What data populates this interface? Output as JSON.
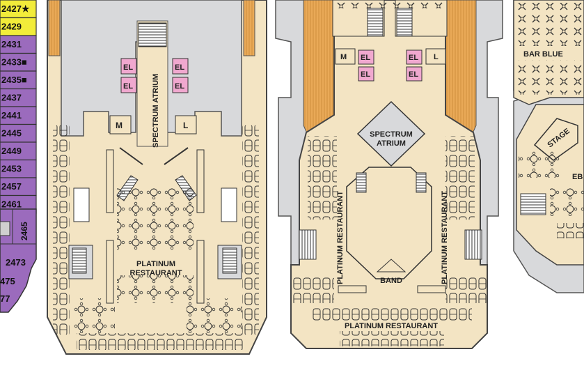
{
  "cabins": [
    {
      "number": "2427",
      "marker": "★",
      "highlight": true
    },
    {
      "number": "2429",
      "marker": "",
      "highlight": true
    },
    {
      "number": "2431",
      "marker": "",
      "highlight": false
    },
    {
      "number": "2433",
      "marker": "■",
      "highlight": false
    },
    {
      "number": "2435",
      "marker": "■",
      "highlight": false
    },
    {
      "number": "2437",
      "marker": "",
      "highlight": false
    },
    {
      "number": "2441",
      "marker": "",
      "highlight": false
    },
    {
      "number": "2445",
      "marker": "",
      "highlight": false
    },
    {
      "number": "2449",
      "marker": "",
      "highlight": false
    },
    {
      "number": "2453",
      "marker": "",
      "highlight": false
    },
    {
      "number": "2457",
      "marker": "",
      "highlight": false
    },
    {
      "number": "2461",
      "marker": "",
      "highlight": false
    }
  ],
  "cabins_lower": {
    "c2465": "2465",
    "c2473": "2473",
    "c2475": "475",
    "c2477": "77"
  },
  "deck_left": {
    "atrium": "SPECTRUM ATRIUM",
    "restaurant_line1": "PLATINUM",
    "restaurant_line2": "RESTAURANT",
    "elevator": "EL",
    "men": "M",
    "ladies": "L"
  },
  "deck_mid": {
    "atrium_line1": "SPECTRUM",
    "atrium_line2": "ATRIUM",
    "restaurant_side": "PLATINUM RESTAURANT",
    "restaurant_bottom": "PLATINUM RESTAURANT",
    "band": "BAND",
    "elevator": "EL",
    "men": "M",
    "ladies": "L"
  },
  "deck_right": {
    "bar": "BAR BLUE",
    "stage": "STAGE",
    "partial_label": "EB"
  },
  "colors": {
    "cabin_purple": "#9b6bbd",
    "cabin_highlight": "#f2ec3a",
    "deck_beige": "#f3e4c3",
    "wood": "#e9a957",
    "elevator_pink": "#f0a8cf",
    "gray": "#d8d9db"
  }
}
